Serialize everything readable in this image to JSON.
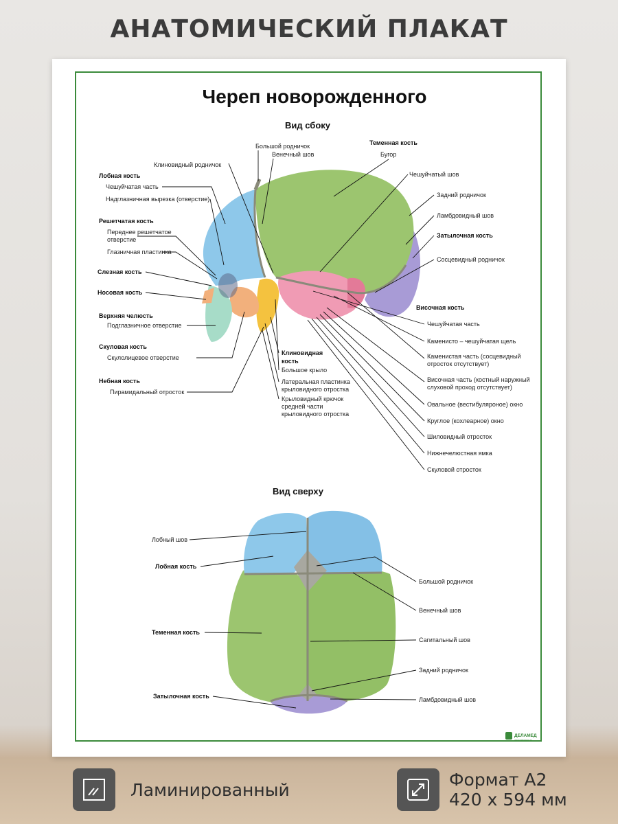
{
  "banner": "АНАТОМИЧЕСКИЙ ПЛАКАТ",
  "poster": {
    "title": "Череп новорожденного",
    "side_view": {
      "heading": "Вид сбоку",
      "left_labels": {
        "frontal_bone": "Лобная кость",
        "squamous_part": "Чешуйчатая часть",
        "supraorbital_notch": "Надглазничная вырезка (отверстие)",
        "ethmoid_bone": "Решетчатая кость",
        "anterior_ethmoid_1": "Переднее решетчатое",
        "anterior_ethmoid_2": "отверстие",
        "orbital_plate": "Глазничная пластинка",
        "lacrimal_bone": "Слезная кость",
        "nasal_bone": "Носовая кость",
        "maxilla": "Верхняя челюсть",
        "infraorbital_foramen": "Подглазничное  отверстие",
        "zygomatic_bone": "Скуловая кость",
        "zygomaticofacial_foramen": "Скулолицевое отверстие",
        "palatine_bone": "Небная кость",
        "pyramidal_process": "Пирамидальный отросток"
      },
      "top_labels": {
        "sphenoid_fontanelle": "Клиновидный родничок",
        "anterior_fontanelle": "Большой родничок",
        "coronal_suture": "Венечный шов",
        "parietal_bone": "Теменная  кость",
        "tuber": "Бугор"
      },
      "right_labels": {
        "squamous_suture": "Чешуйчатый шов",
        "posterior_fontanelle": "Задний родничок",
        "lambdoid_suture": "Ламбдовидный шов",
        "occipital_bone": "Затылочная кость",
        "mastoid_fontanelle": "Сосцевидный родничок",
        "temporal_bone": "Височная кость",
        "temporal_squamous": "Чешуйчатая часть",
        "petrosquamous_fissure": "Каменисто – чешуйчатая щель",
        "petrous_part_1": "Каменистая часть (сосцевидный",
        "petrous_part_2": "отросток отсутствует)",
        "tympanic_part_1": "Височная часть (костный наружный",
        "tympanic_part_2": "слуховой проход отсутствует)",
        "oval_window": "Овальное (вестибуляроное) окно",
        "round_window": "Круглое (кохлеарное) окно",
        "styloid_process": "Шиловидный отросток",
        "mandibular_fossa": "Нижнечелюстная ямка",
        "zygomatic_process": "Скуловой отросток"
      },
      "center_labels": {
        "sphenoid_bone_1": "Клиновидная",
        "sphenoid_bone_2": "кость",
        "greater_wing": "Большое крыло",
        "lateral_plate_1": "Латеральная пластинка",
        "lateral_plate_2": "крыловидного отростка",
        "hamulus_1": "Крыловидный крючок",
        "hamulus_2": "средней  части",
        "hamulus_3": "крыловидного отростка"
      }
    },
    "top_view": {
      "heading": "Вид сверху",
      "left_labels": {
        "frontal_suture": "Лобный шов",
        "frontal_bone": "Лобная кость",
        "parietal_bone": "Теменная  кость",
        "occipital_bone": "Затылочная кость"
      },
      "right_labels": {
        "anterior_fontanelle": "Большой родничок",
        "coronal_suture": "Венечный шов",
        "sagittal_suture": "Сагитальный шов",
        "posterior_fontanelle": "Задний родничок",
        "lambdoid_suture": "Ламбдовидный шов"
      }
    },
    "brand": "ДЕЛАМЕД",
    "brand_url": "www.delamed.ru"
  },
  "features": {
    "laminated": "Ламинированный",
    "format_line1": "Формат А2",
    "format_line2": "420 х 594 мм"
  },
  "icons": {
    "laminated": "laminate-icon",
    "format": "resize-arrows-icon"
  },
  "colors": {
    "frontal": "#8ec8ea",
    "parietal": "#9cc56f",
    "occipital": "#a89bd6",
    "temporal": "#f09bb4",
    "sphenoid": "#f4c23f",
    "maxilla": "#a7dcc8",
    "zygomatic": "#f2b07c",
    "frame": "#3a8a3a"
  }
}
